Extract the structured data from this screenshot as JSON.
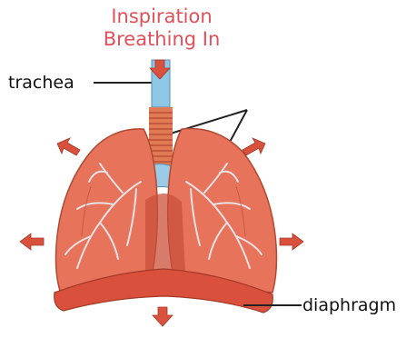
{
  "title": {
    "line1": "Inspiration",
    "line2": "Breathing In"
  },
  "labels": {
    "trachea": "trachea",
    "diaphragm": "diaphragm"
  },
  "colors": {
    "title": "#e0505a",
    "lung_fill": "#e8735b",
    "lung_dark": "#c94f3a",
    "trachea": "#8ec6e6",
    "arrow": "#d9503c",
    "bronchi": "#e9e2e6"
  }
}
